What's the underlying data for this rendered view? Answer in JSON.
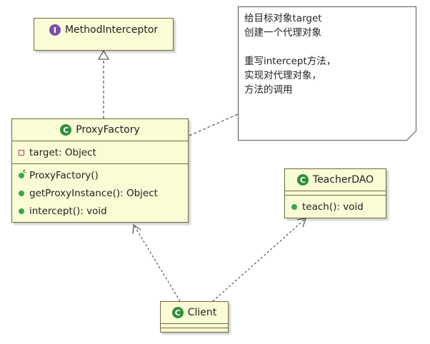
{
  "method_interceptor": {
    "name": "MethodInterceptor",
    "icon": "interface-icon",
    "icon_letter": "I",
    "icon_color": "#7b4fb0"
  },
  "proxy_factory": {
    "name": "ProxyFactory",
    "icon_letter": "C",
    "fields": [
      "target: Object"
    ],
    "methods": [
      "ProxyFactory()",
      "getProxyInstance(): Object",
      "intercept(): void"
    ]
  },
  "teacher_dao": {
    "name": "TeacherDAO",
    "icon_letter": "C",
    "methods": [
      "teach(): void"
    ]
  },
  "client": {
    "name": "Client",
    "icon_letter": "C"
  },
  "note": {
    "lines": [
      "给目标对象target",
      "创建一个代理对象",
      "",
      "重写intercept方法，",
      "实现对代理对象，",
      "方法的调用"
    ]
  },
  "colors": {
    "class_fill": "#fbfbd6",
    "class_icon": "#2f8f3a",
    "border": "#6b6b3a"
  }
}
